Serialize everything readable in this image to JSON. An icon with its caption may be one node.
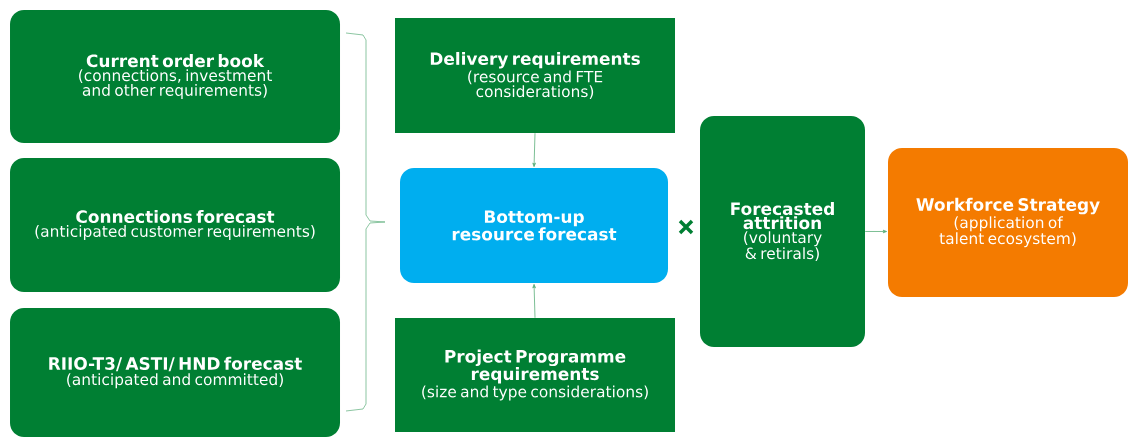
{
  "diagram": {
    "nodes": [
      {
        "text": [
          "Current order book",
          "(connections, investment and other requirements)"
        ]
      },
      {
        "text": [
          "Connections forecast",
          "(anticipated customer requirements)"
        ]
      },
      {
        "text": [
          "RIIO-T3/ ASTI/ HND forecast",
          "(anticipated and committed)"
        ]
      },
      {
        "text": [
          "Delivery requirements",
          "(resource and FTE considerations)"
        ]
      },
      {
        "text": [
          "Bottom-up resource forecast"
        ]
      },
      {
        "text": [
          "Project Programme requirements",
          "(size and type considerations)"
        ]
      },
      {
        "text": [
          "Forecasted attrition",
          "(voluntary & retirals)"
        ]
      },
      {
        "text": [
          "Workforce Strategy",
          "(application of talent ecosystem)"
        ]
      }
    ],
    "edges": [
      {
        "from": 3,
        "to": 4,
        "arrow": "to"
      },
      {
        "from": 5,
        "to": 4,
        "arrow": "to"
      },
      {
        "from": 6,
        "to": 7,
        "arrow": "to"
      }
    ]
  }
}
